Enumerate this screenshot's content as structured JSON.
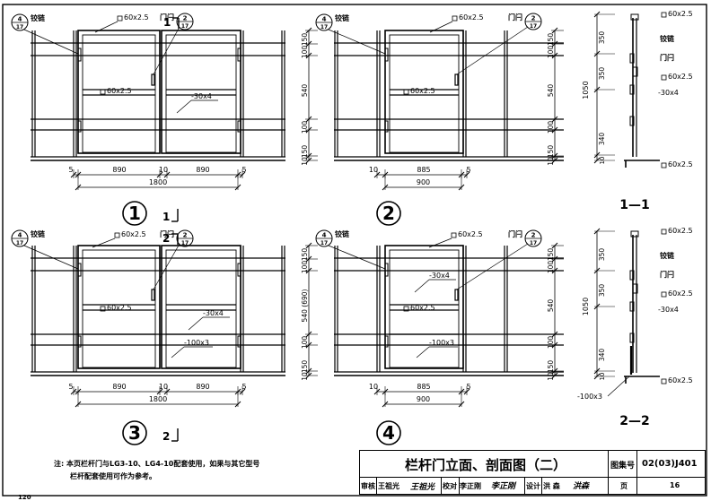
{
  "drawings": {
    "d1": {
      "num": "1",
      "cut_top": "1",
      "cut_bottom": "1",
      "hinge": "铰链",
      "latch": "门闩",
      "tube_top": "60x2.5",
      "tube_mid": "60x2.5",
      "flat_bar": "-30x4",
      "dims_bottom": [
        "5",
        "890",
        "10",
        "890",
        "5"
      ],
      "dim_total": "1800",
      "dims_vertical": [
        "150",
        "100",
        "540",
        "100",
        "150",
        "10"
      ]
    },
    "d2": {
      "num": "2",
      "hinge": "铰链",
      "latch": "门闩",
      "tube_top": "60x2.5",
      "tube_mid": "60x2.5",
      "dims_bottom": [
        "10",
        "885",
        "5"
      ],
      "dim_total": "900",
      "dims_vertical": [
        "150",
        "100",
        "540",
        "100",
        "150",
        "10"
      ]
    },
    "d3": {
      "num": "3",
      "cut_top": "2",
      "cut_bottom": "2",
      "hinge": "铰链",
      "latch": "门闩",
      "tube_top": "60x2.5",
      "tube_mid": "60x2.5",
      "flat_bar": "-30x4",
      "plate": "-100x3",
      "dims_bottom": [
        "5",
        "890",
        "10",
        "890",
        "5"
      ],
      "dim_total": "1800",
      "dims_vertical": [
        "150",
        "100",
        "540 (690)",
        "100",
        "150",
        "10"
      ]
    },
    "d4": {
      "num": "4",
      "hinge": "铰链",
      "latch": "门闩",
      "tube_top": "60x2.5",
      "tube_mid": "60x2.5",
      "flat_bar": "-30x4",
      "plate": "-100x3",
      "dims_bottom": [
        "10",
        "885",
        "5"
      ],
      "dim_total": "900",
      "dims_vertical": [
        "150",
        "100",
        "540",
        "100",
        "150",
        "10"
      ]
    }
  },
  "detail_callout": {
    "top": "4",
    "bottom": "17",
    "top2": "2",
    "bottom2": "17"
  },
  "sections": {
    "s11": {
      "title": "1—1",
      "dims": [
        "1050",
        "350",
        "350",
        "340",
        "10"
      ],
      "labels": [
        "60x2.5",
        "铰链",
        "门闩",
        "60x2.5",
        "-30x4",
        "60x2.5"
      ]
    },
    "s22": {
      "title": "2—2",
      "dims": [
        "1050",
        "350",
        "350",
        "340",
        "10"
      ],
      "labels": [
        "60x2.5",
        "铰链",
        "门闩",
        "60x2.5",
        "-30x4",
        "-100x3",
        "60x2.5"
      ]
    }
  },
  "note": {
    "prefix": "注:",
    "line1": "本页栏杆门与LG3-10、LG4-10配套使用，如果与其它型号",
    "line2": "栏杆配套使用可作为参考。"
  },
  "title_block": {
    "title": "栏杆门立面、剖面图（二）",
    "atlas_label": "图集号",
    "atlas_no": "02(03)J401",
    "review": "审核",
    "reviewer": "王祖光",
    "reviewer_sig": "王祖光",
    "check": "校对",
    "checker": "李正刚",
    "checker_sig": "李正刚",
    "design": "设计",
    "designer": "洪 森",
    "designer_sig": "洪森",
    "page_label": "页",
    "page_no": "16"
  },
  "corner_mark": "120"
}
